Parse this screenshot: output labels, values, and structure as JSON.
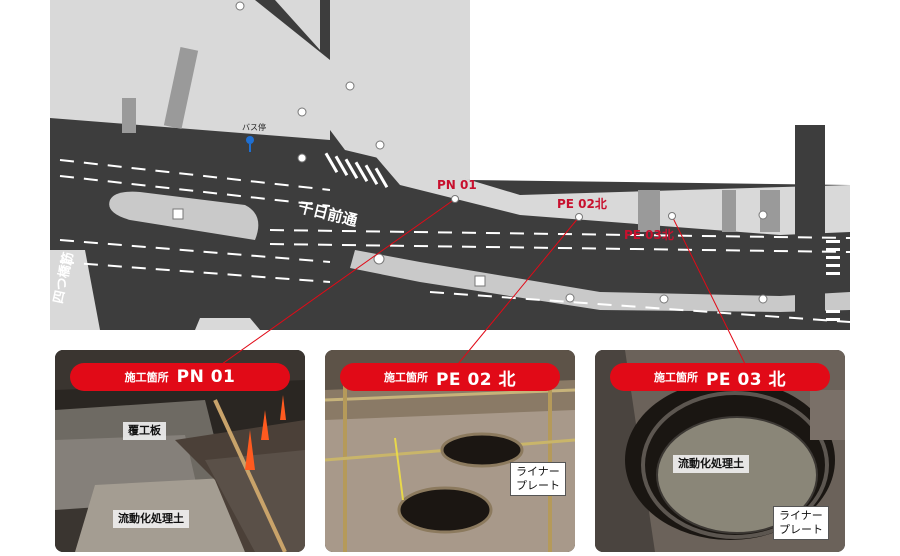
{
  "map": {
    "street_name": "千日前通",
    "cross_street": "四つ橋筋",
    "bus_stop": "バス停",
    "points": [
      {
        "id": "pn01",
        "label": "PN 01"
      },
      {
        "id": "pe02",
        "label": "PE 02北"
      },
      {
        "id": "pe03",
        "label": "PE 03北"
      }
    ]
  },
  "photos": [
    {
      "id": "pn01",
      "prefix": "施工箇所",
      "code": "PN 01",
      "annotations": [
        "覆工板",
        "流動化処理土"
      ]
    },
    {
      "id": "pe02",
      "prefix": "施工箇所",
      "code": "PE 02 北",
      "annotations": [
        "ライナー\nプレート"
      ]
    },
    {
      "id": "pe03",
      "prefix": "施工箇所",
      "code": "PE 03 北",
      "annotations": [
        "流動化処理土",
        "ライナー\nプレート"
      ]
    }
  ],
  "colors": {
    "accent": "#e10a17",
    "road": "#3d3d3d",
    "block": "#d9d9d9",
    "label": "#c8102e"
  }
}
